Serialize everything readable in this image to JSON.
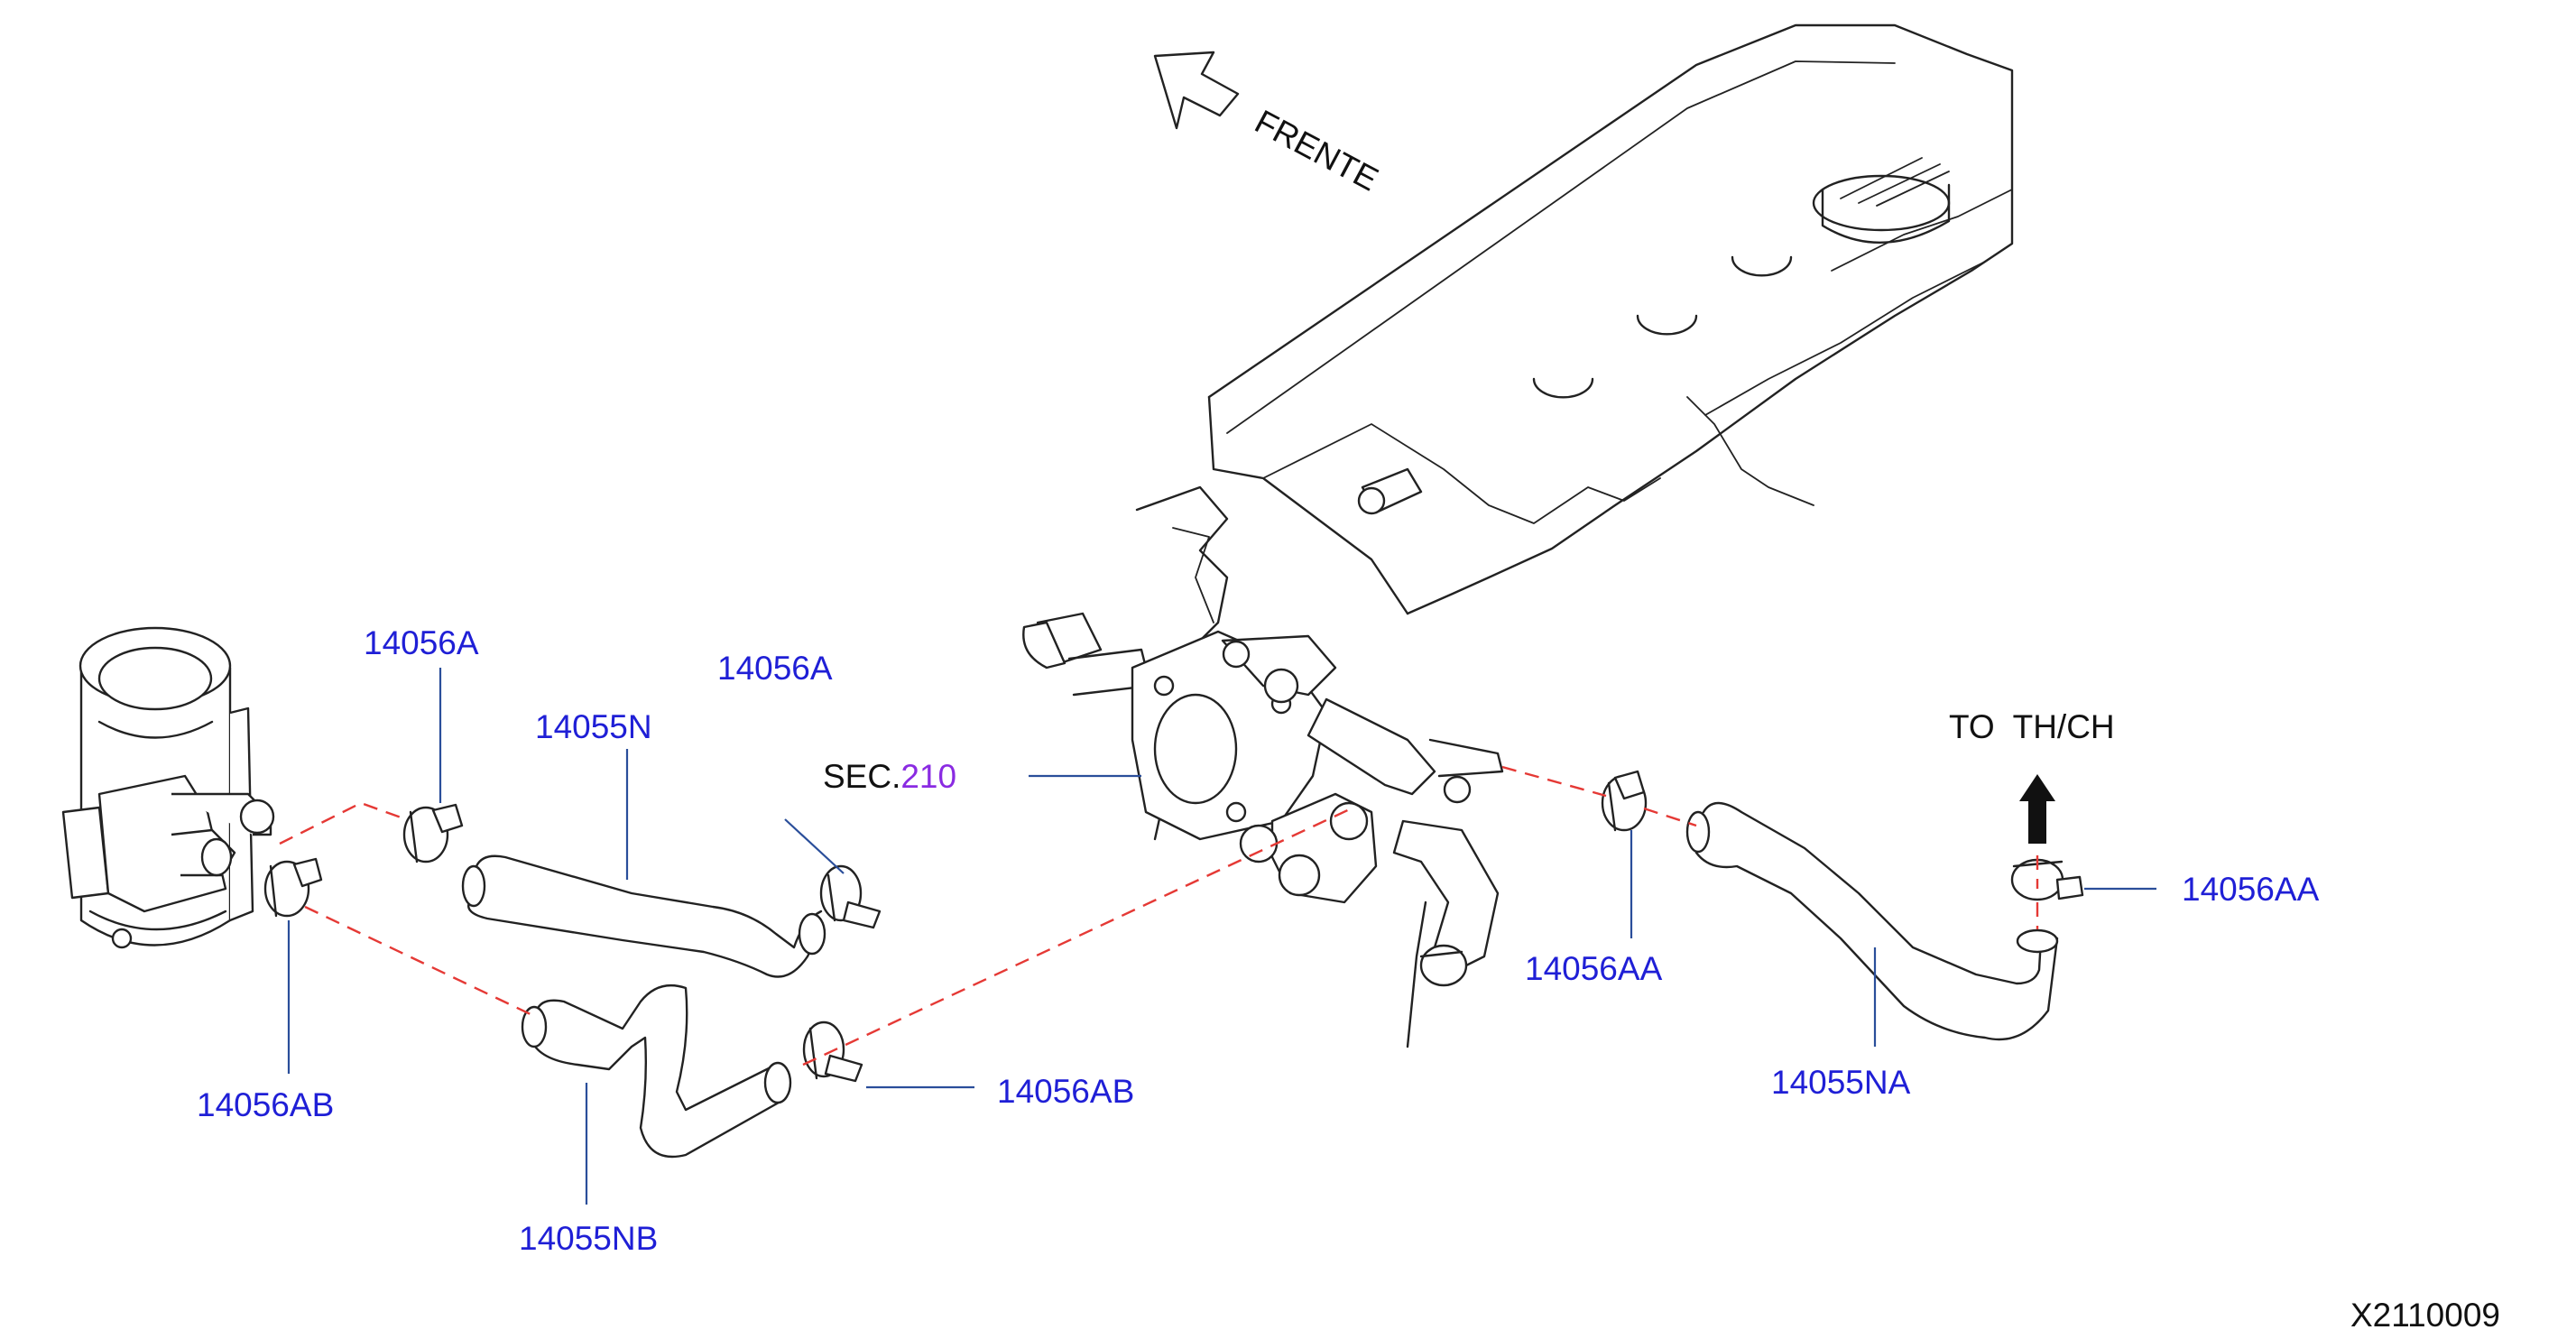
{
  "diagram": {
    "direction_label": "FRENTE",
    "section_prefix": "SEC.",
    "section_number": "210",
    "destination_label": "TO  TH/CH",
    "figure_code": "X2110009",
    "callouts": [
      "14056A",
      "14055N",
      "14056A",
      "14056AB",
      "14055NB",
      "14056AB",
      "14056AA",
      "14055NA",
      "14056AA"
    ]
  },
  "colors": {
    "callout_text": "#1f1fd6",
    "section_number": "#8a2be2",
    "dashed_path": "#e53935",
    "leader_line": "#2a4e9a",
    "line_art": "#222222"
  }
}
